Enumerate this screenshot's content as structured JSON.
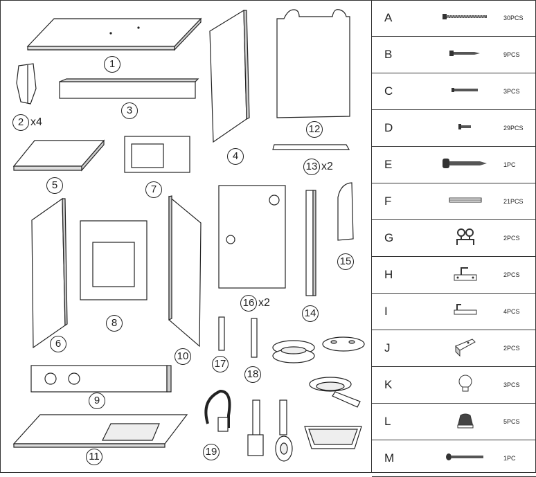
{
  "parts": [
    {
      "num": "1"
    },
    {
      "num": "2",
      "count": "x4"
    },
    {
      "num": "3"
    },
    {
      "num": "4"
    },
    {
      "num": "5"
    },
    {
      "num": "6"
    },
    {
      "num": "7"
    },
    {
      "num": "8"
    },
    {
      "num": "9"
    },
    {
      "num": "10"
    },
    {
      "num": "11"
    },
    {
      "num": "12"
    },
    {
      "num": "13",
      "count": "x2"
    },
    {
      "num": "14"
    },
    {
      "num": "15"
    },
    {
      "num": "16",
      "count": "x2"
    },
    {
      "num": "17"
    },
    {
      "num": "18"
    },
    {
      "num": "19"
    }
  ],
  "hardware": [
    {
      "letter": "A",
      "qty": "30PCS",
      "icon": "long-screw-icon"
    },
    {
      "letter": "B",
      "qty": "9PCS",
      "icon": "screw-icon"
    },
    {
      "letter": "C",
      "qty": "3PCS",
      "icon": "short-screw-icon"
    },
    {
      "letter": "D",
      "qty": "29PCS",
      "icon": "small-screw-icon"
    },
    {
      "letter": "E",
      "qty": "1PC",
      "icon": "large-screw-icon"
    },
    {
      "letter": "F",
      "qty": "21PCS",
      "icon": "dowel-icon"
    },
    {
      "letter": "G",
      "qty": "2PCS",
      "icon": "hook-icon"
    },
    {
      "letter": "H",
      "qty": "2PCS",
      "icon": "latch-icon"
    },
    {
      "letter": "I",
      "qty": "4PCS",
      "icon": "clip-icon"
    },
    {
      "letter": "J",
      "qty": "2PCS",
      "icon": "bracket-icon"
    },
    {
      "letter": "K",
      "qty": "3PCS",
      "icon": "knob-icon"
    },
    {
      "letter": "L",
      "qty": "5PCS",
      "icon": "handle-icon"
    },
    {
      "letter": "M",
      "qty": "1PC",
      "icon": "hook-screw-icon"
    }
  ]
}
